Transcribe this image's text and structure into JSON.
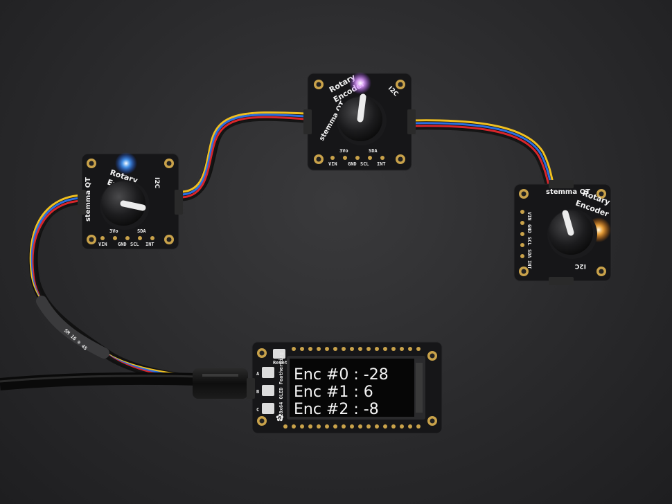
{
  "boards": [
    {
      "id": "left",
      "title_line1": "Rotary",
      "title_line2": "Encoder",
      "brand": "stemma QT",
      "i2c_label": "I2C",
      "pins_top": [
        "3Vo",
        "SDA"
      ],
      "pins_bottom": [
        "VIN",
        "GND",
        "SCL",
        "INT"
      ],
      "led_color": "#2f8cff"
    },
    {
      "id": "middle",
      "title_line1": "Rotary",
      "title_line2": "Encoder",
      "brand": "stemma QT",
      "i2c_label": "I2C",
      "pins_top": [
        "3Vo",
        "SDA"
      ],
      "pins_bottom": [
        "VIN",
        "GND",
        "SCL",
        "INT"
      ],
      "led_color": "#d27bff"
    },
    {
      "id": "right",
      "title_line1": "Rotary",
      "title_line2": "Encoder",
      "brand": "stemma QT",
      "i2c_label": "I2C",
      "pins_side": [
        "VIN",
        "GND",
        "SCL",
        "SDA",
        "INT"
      ],
      "led_color": "#ffa640"
    }
  ],
  "featherwing": {
    "reset_label": "Reset",
    "buttons": [
      "A",
      "B",
      "C"
    ],
    "board_label": "128x64 OLED FeatherWing",
    "oled_lines": [
      "Enc #0 : -28",
      "Enc #1 : 6",
      "Enc #2 : -8"
    ]
  },
  "cable": {
    "heatshrink_text": "SM 16 ® 45"
  },
  "colors": {
    "pcb": "#161618",
    "wire_red": "#d8262b",
    "wire_blue": "#2b6fe0",
    "wire_yellow": "#f0c020",
    "wire_black": "#111111",
    "gold": "#c9a24a",
    "oled_bg": "#060606"
  }
}
